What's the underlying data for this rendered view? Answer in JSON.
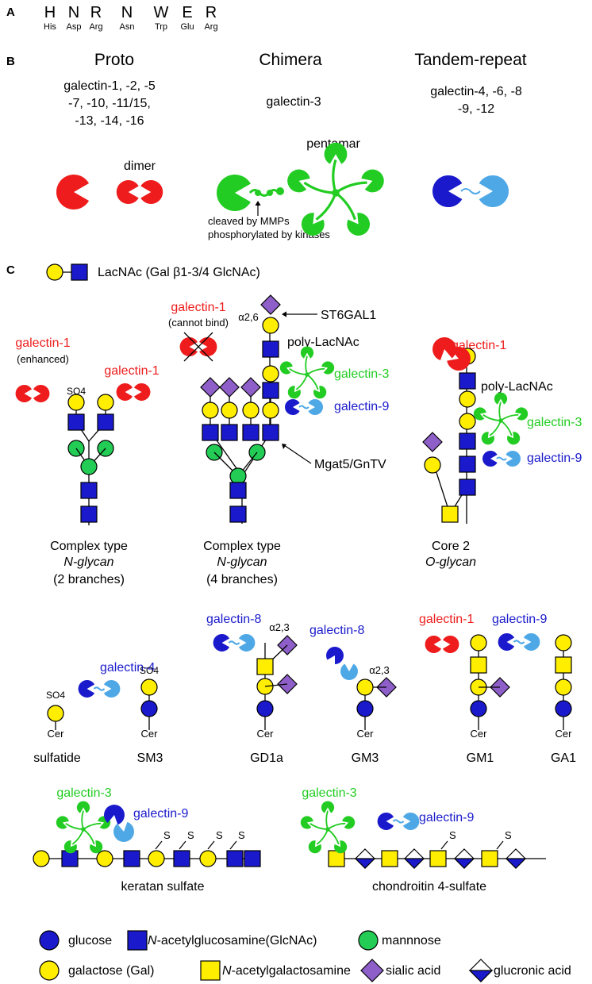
{
  "panel_a": {
    "label": "A",
    "residues": [
      {
        "code": "H",
        "name": "His"
      },
      {
        "code": "N",
        "name": "Asp"
      },
      {
        "code": "R",
        "name": "Arg"
      },
      {
        "code": "N",
        "name": "Asn"
      },
      {
        "code": "W",
        "name": "Trp"
      },
      {
        "code": "E",
        "name": "Glu"
      },
      {
        "code": "R",
        "name": "Arg"
      }
    ]
  },
  "panel_b": {
    "label": "B",
    "proto": {
      "title": "Proto",
      "members": [
        "galectin-1, -2, -5",
        "-7, -10, -11/15,",
        "-13, -14, -16"
      ],
      "dimer": "dimer"
    },
    "chimera": {
      "title": "Chimera",
      "members": "galectin-3",
      "pentamer": "pentamar",
      "note1": "cleaved by MMPs",
      "note2": "phosphorylated by kinases"
    },
    "tandem": {
      "title": "Tandem-repeat",
      "members": [
        "galectin-4, -6, -8",
        "-9, -12"
      ]
    }
  },
  "panel_c": {
    "label": "C",
    "lacnac": "LacNAc (Gal β1-3/4 GlcNAc)",
    "galectin1": "galectin-1",
    "galectin3": "galectin-3",
    "galectin4": "galectin-4",
    "galectin8": "galectin-8",
    "galectin9": "galectin-9",
    "enhanced": "(enhanced)",
    "cannot_bind": "(cannot bind)",
    "so4": "SO4",
    "a26": "α2,6",
    "a23": "α2,3",
    "st6gal1": "ST6GAL1",
    "poly_lacnac": "poly-LacNAc",
    "mgat5": "Mgat5/GnTV",
    "cer": "Cer",
    "s": "S",
    "glycans": {
      "nglycan2": [
        "Complex type",
        "N-glycan",
        "(2 branches)"
      ],
      "nglycan4": [
        "Complex type",
        "N-glycan",
        "(4 branches)"
      ],
      "oglycan": [
        "Core 2",
        "O-glycan"
      ]
    },
    "lipids": [
      "sulfatide",
      "SM3",
      "GD1a",
      "GM3",
      "GM1",
      "GA1"
    ],
    "gags": [
      "keratan sulfate",
      "chondroitin 4-sulfate"
    ]
  },
  "legend": {
    "glucose": "glucose",
    "glcnac_prefix": "N",
    "glcnac": "-acetylglucosamine(GlcNAc)",
    "mannose": "mannnose",
    "galactose": "galactose (Gal)",
    "galnac_prefix": "N",
    "galnac": "-acetylgalactosamine",
    "sialic": "sialic acid",
    "glucuronic": "glucronic acid"
  },
  "colors": {
    "glucose": "#1a1acc",
    "glcnac": "#1a1acc",
    "mannose": "#22cc55",
    "galactose": "#ffee00",
    "galnac": "#ffee00",
    "sialic": "#8e5fc8",
    "galectin1": "#ee1c1c",
    "galectin3": "#22cc22",
    "galectin_dark_blue": "#1a1acc",
    "galectin_light_blue": "#4fa8e6"
  }
}
